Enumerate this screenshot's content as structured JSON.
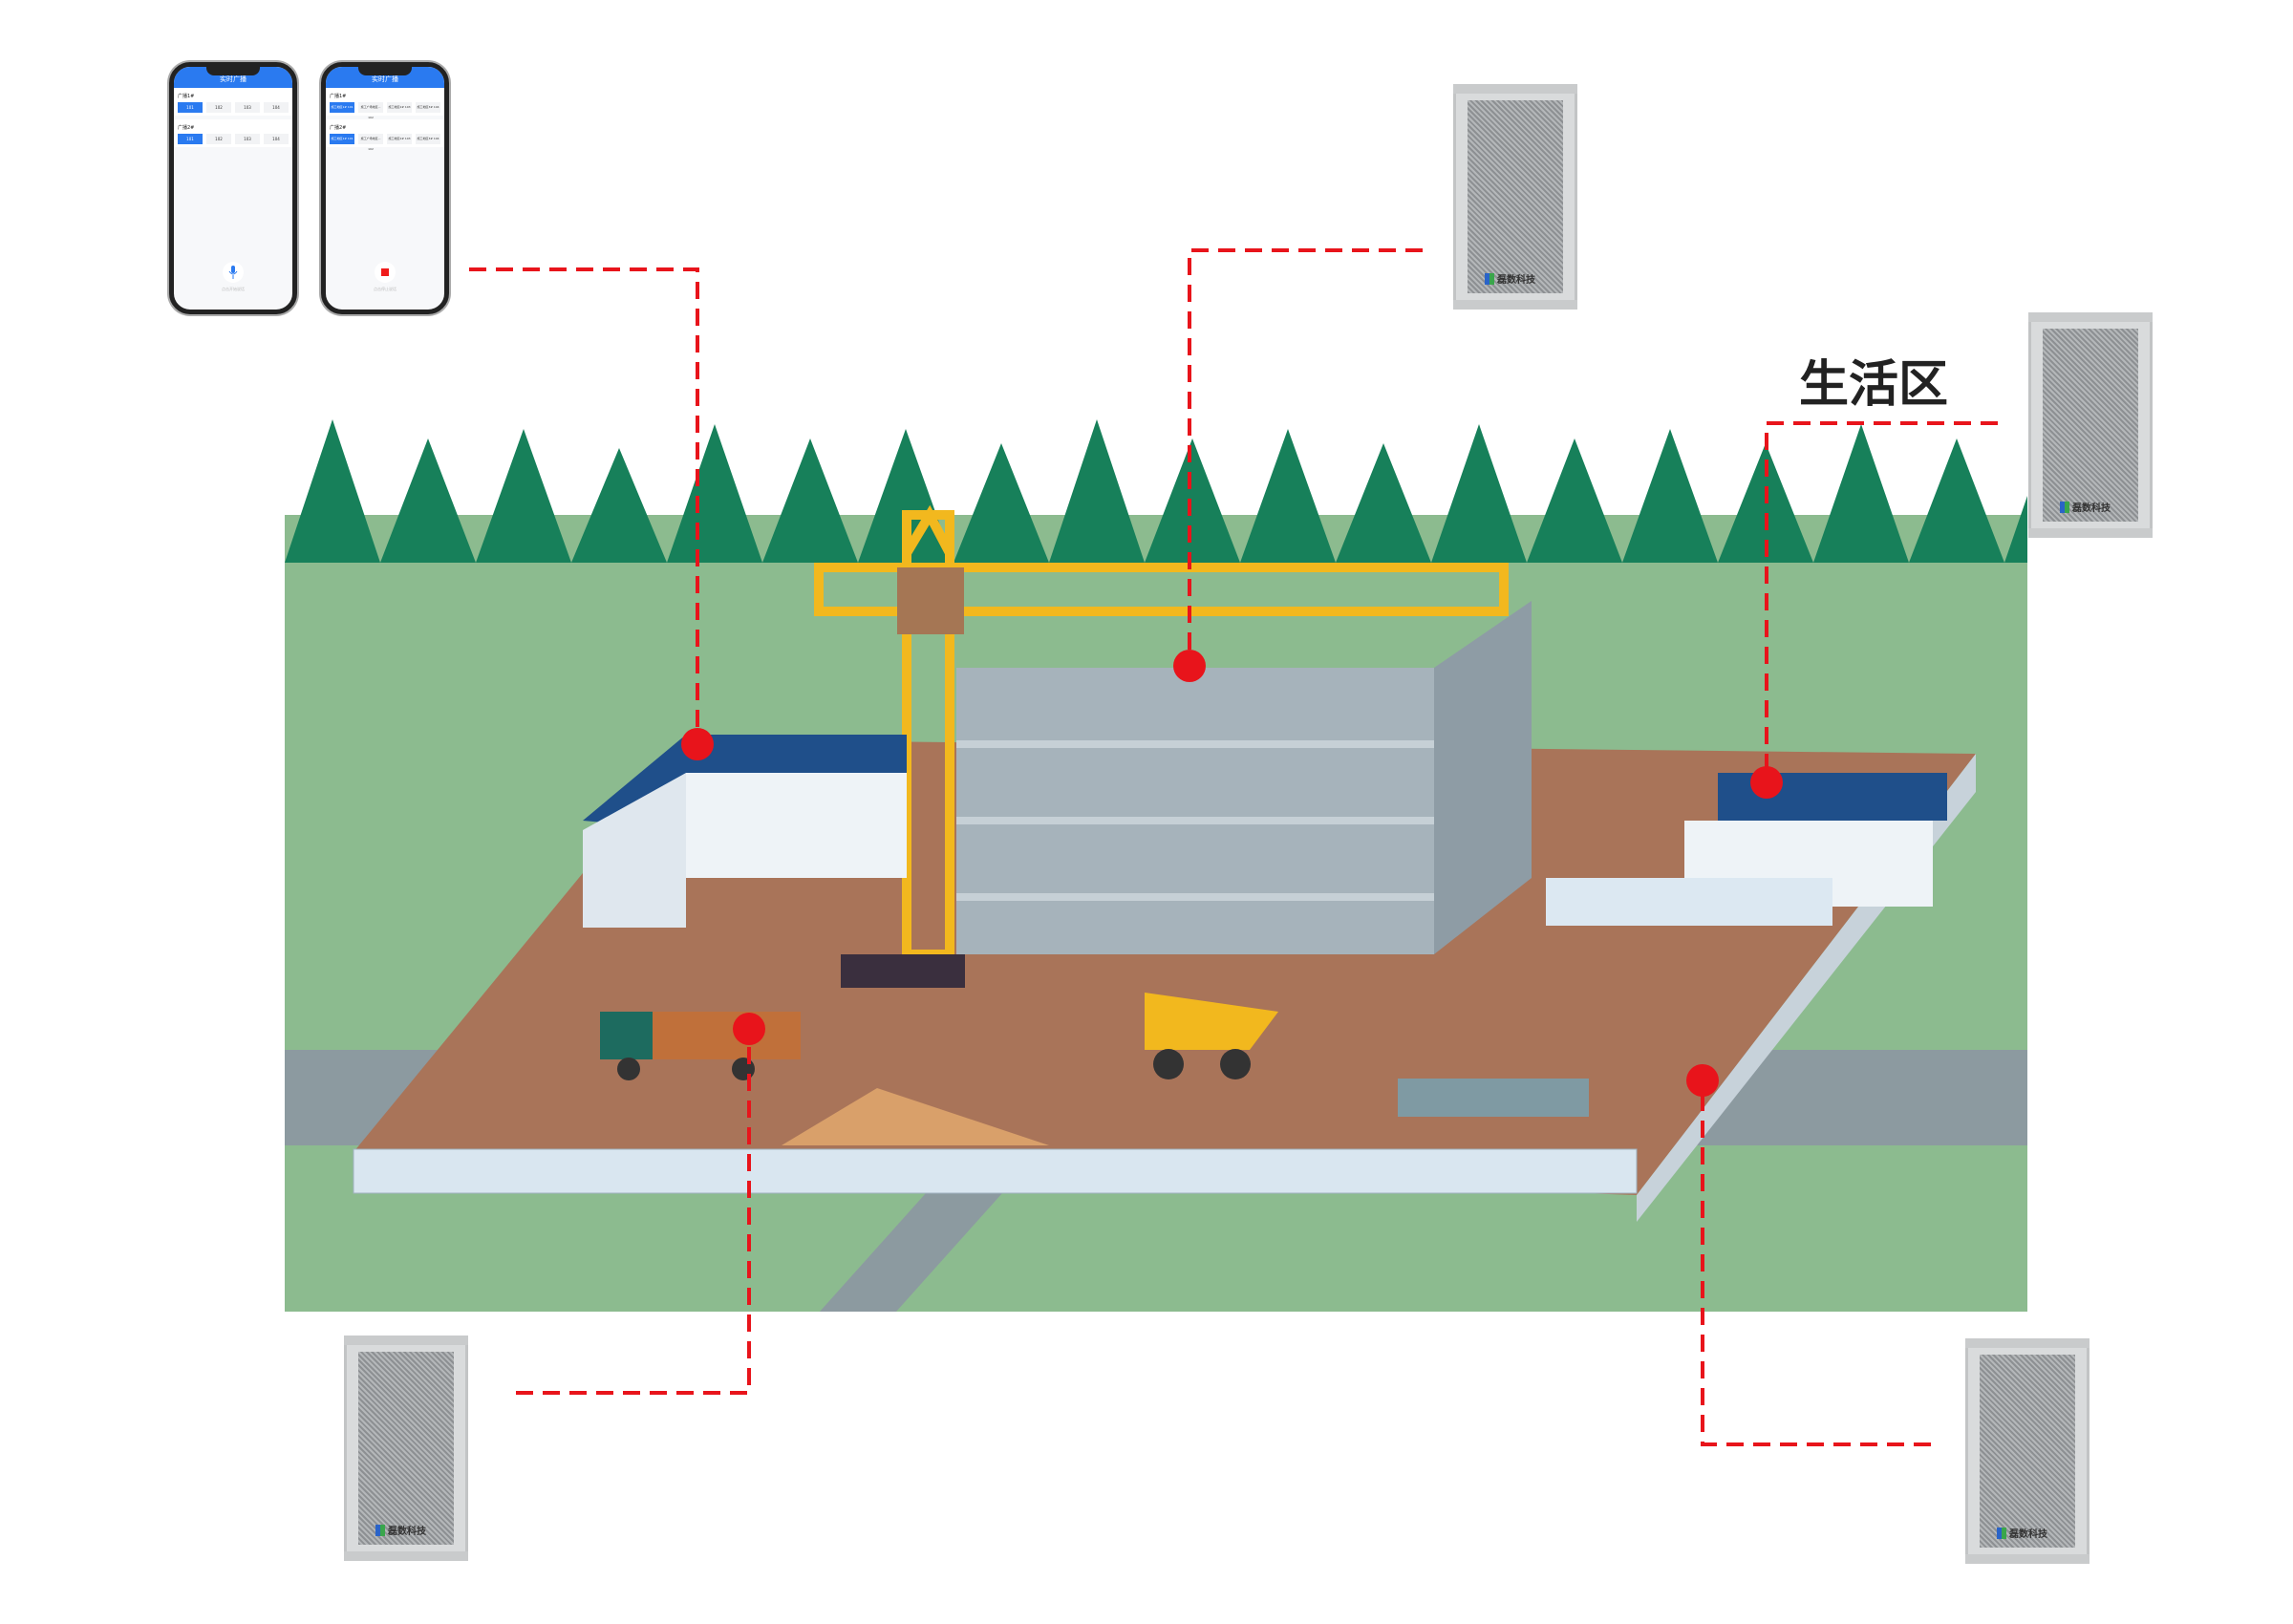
{
  "zone_label": "生活区",
  "phones": [
    {
      "title": "实时广播",
      "groups": [
        {
          "name": "广播1#",
          "chips": [
            "101",
            "102",
            "103",
            "104"
          ],
          "selected": "101"
        },
        {
          "name": "广播2#",
          "chips": [
            "101",
            "102",
            "103",
            "104"
          ],
          "selected": "101"
        }
      ],
      "action_icon": "microphone-icon",
      "hint": "点击开始说话"
    },
    {
      "title": "实时广播",
      "groups": [
        {
          "name": "广播1#",
          "chips": [
            "施工地区1# 101",
            "施工广场地区... 102",
            "施工地区2# 103",
            "施工地区3# 104"
          ],
          "selected": "施工地区1# 101"
        },
        {
          "name": "广播2#",
          "chips": [
            "施工地区1# 101",
            "施工广场地区... 102",
            "施工地区2# 103",
            "施工地区3# 104"
          ],
          "selected": "施工地区1# 101"
        }
      ],
      "action_icon": "stop-icon",
      "hint": "点击停止说话"
    }
  ],
  "speaker_brand": "磊数科技",
  "colors": {
    "link": "#e8141b",
    "phone_accent": "#2a7af0",
    "ground": "#8cbb8f",
    "lot": "#a97459"
  }
}
